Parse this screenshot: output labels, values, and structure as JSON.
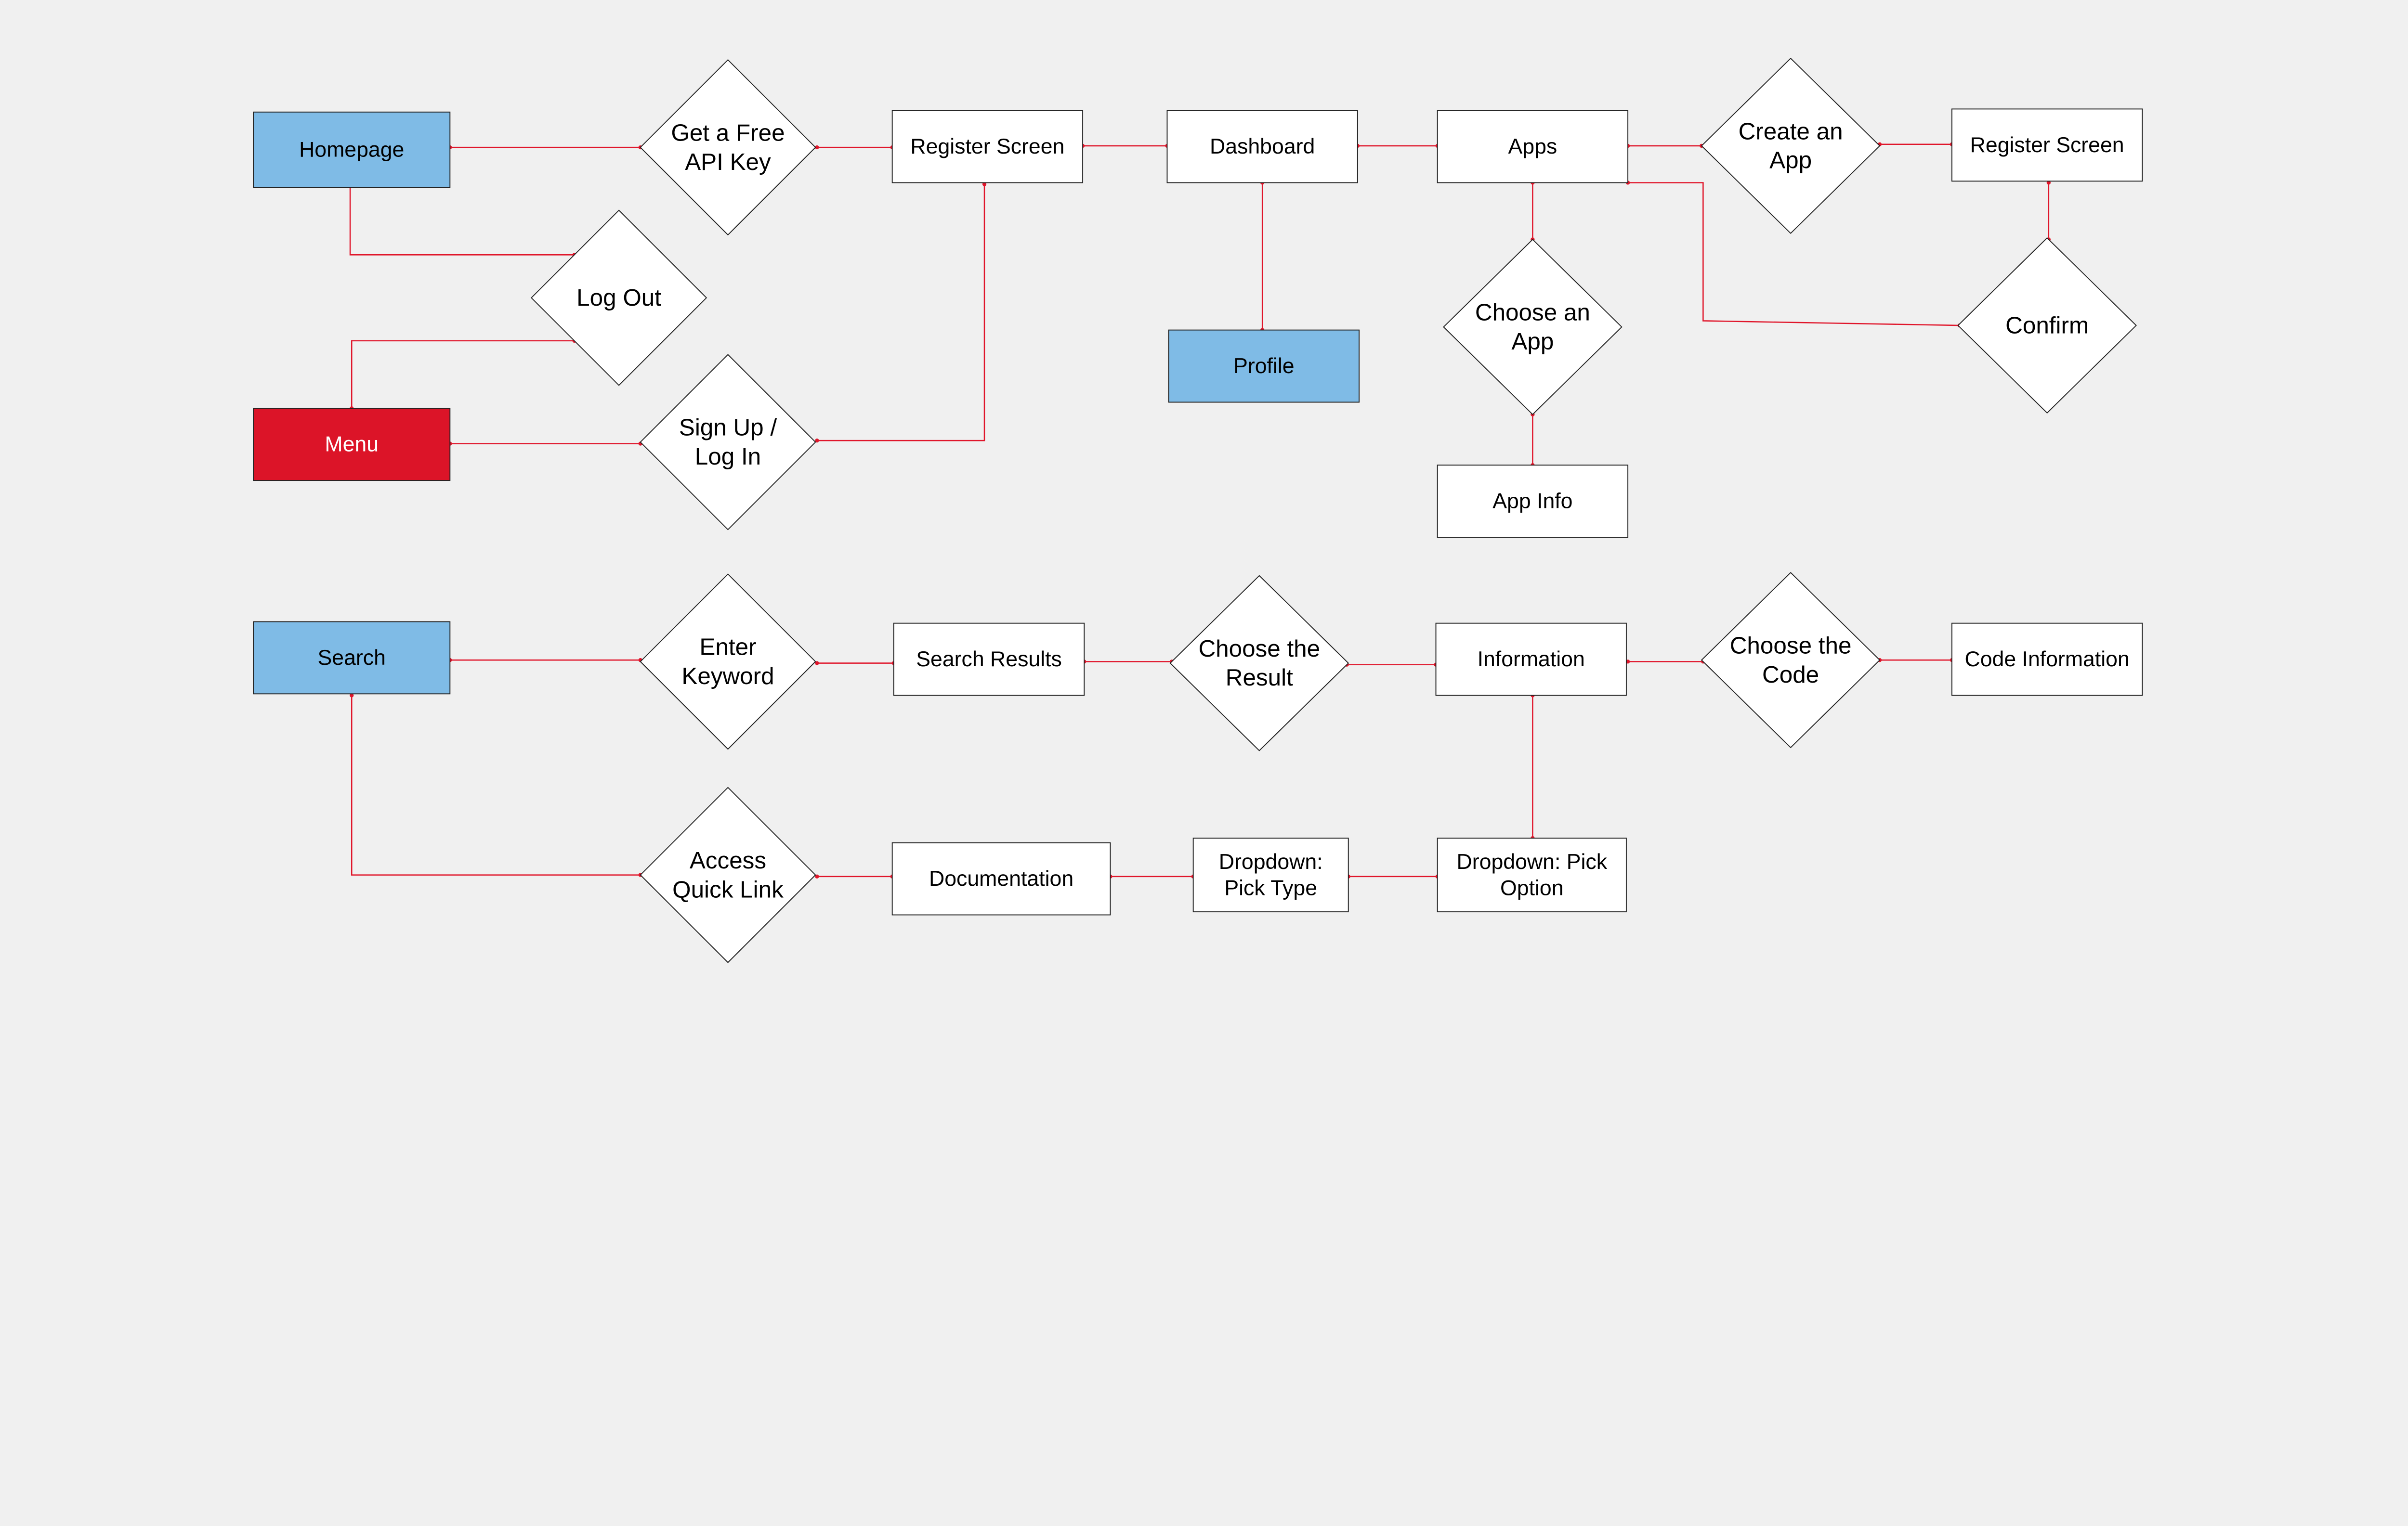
{
  "colors": {
    "background": "#f0f0f0",
    "process": "#ffffff",
    "highlight_blue": "#7fbbe6",
    "highlight_red": "#dc1428",
    "connector": "#e0162b"
  },
  "nodes": {
    "homepage": {
      "label": [
        "Homepage"
      ],
      "shape": "rect",
      "fill": "highlight_blue"
    },
    "get_api_key": {
      "label": [
        "Get a Free",
        "API Key"
      ],
      "shape": "diamond"
    },
    "register_screen_1": {
      "label": [
        "Register Screen"
      ],
      "shape": "rect"
    },
    "dashboard": {
      "label": [
        "Dashboard"
      ],
      "shape": "rect"
    },
    "apps": {
      "label": [
        "Apps"
      ],
      "shape": "rect"
    },
    "create_app": {
      "label": [
        "Create an",
        "App"
      ],
      "shape": "diamond"
    },
    "register_screen_2": {
      "label": [
        "Register Screen"
      ],
      "shape": "rect"
    },
    "log_out": {
      "label": [
        "Log Out"
      ],
      "shape": "diamond"
    },
    "menu": {
      "label": [
        "Menu"
      ],
      "shape": "rect",
      "fill": "highlight_red"
    },
    "sign_up": {
      "label": [
        "Sign Up /",
        "Log In"
      ],
      "shape": "diamond"
    },
    "profile": {
      "label": [
        "Profile"
      ],
      "shape": "rect",
      "fill": "highlight_blue"
    },
    "choose_app": {
      "label": [
        "Choose an",
        "App"
      ],
      "shape": "diamond"
    },
    "confirm": {
      "label": [
        "Confirm"
      ],
      "shape": "diamond"
    },
    "app_info": {
      "label": [
        "App Info"
      ],
      "shape": "rect"
    },
    "search": {
      "label": [
        "Search"
      ],
      "shape": "rect",
      "fill": "highlight_blue"
    },
    "enter_keyword": {
      "label": [
        "Enter",
        "Keyword"
      ],
      "shape": "diamond"
    },
    "search_results": {
      "label": [
        "Search Results"
      ],
      "shape": "rect"
    },
    "choose_result": {
      "label": [
        "Choose the",
        "Result"
      ],
      "shape": "diamond"
    },
    "information": {
      "label": [
        "Information"
      ],
      "shape": "rect"
    },
    "choose_code": {
      "label": [
        "Choose the",
        "Code"
      ],
      "shape": "diamond"
    },
    "code_information": {
      "label": [
        "Code Information"
      ],
      "shape": "rect"
    },
    "access_quick_link": {
      "label": [
        "Access",
        "Quick Link"
      ],
      "shape": "diamond"
    },
    "documentation": {
      "label": [
        "Documentation"
      ],
      "shape": "rect"
    },
    "dropdown_type": {
      "label": [
        "Dropdown:",
        "Pick Type"
      ],
      "shape": "rect"
    },
    "dropdown_option": {
      "label": [
        "Dropdown: Pick",
        "Option"
      ],
      "shape": "rect"
    }
  },
  "edges": [
    [
      "homepage",
      "get_api_key"
    ],
    [
      "get_api_key",
      "register_screen_1"
    ],
    [
      "register_screen_1",
      "dashboard"
    ],
    [
      "dashboard",
      "apps"
    ],
    [
      "apps",
      "create_app"
    ],
    [
      "create_app",
      "register_screen_2"
    ],
    [
      "homepage",
      "log_out"
    ],
    [
      "menu",
      "log_out"
    ],
    [
      "menu",
      "sign_up"
    ],
    [
      "sign_up",
      "register_screen_1"
    ],
    [
      "dashboard",
      "profile"
    ],
    [
      "apps",
      "choose_app"
    ],
    [
      "choose_app",
      "app_info"
    ],
    [
      "apps",
      "confirm"
    ],
    [
      "register_screen_2",
      "confirm"
    ],
    [
      "search",
      "enter_keyword"
    ],
    [
      "enter_keyword",
      "search_results"
    ],
    [
      "search_results",
      "choose_result"
    ],
    [
      "choose_result",
      "information"
    ],
    [
      "information",
      "choose_code"
    ],
    [
      "choose_code",
      "code_information"
    ],
    [
      "search",
      "access_quick_link"
    ],
    [
      "access_quick_link",
      "documentation"
    ],
    [
      "documentation",
      "dropdown_type"
    ],
    [
      "dropdown_type",
      "dropdown_option"
    ],
    [
      "information",
      "dropdown_option"
    ]
  ]
}
